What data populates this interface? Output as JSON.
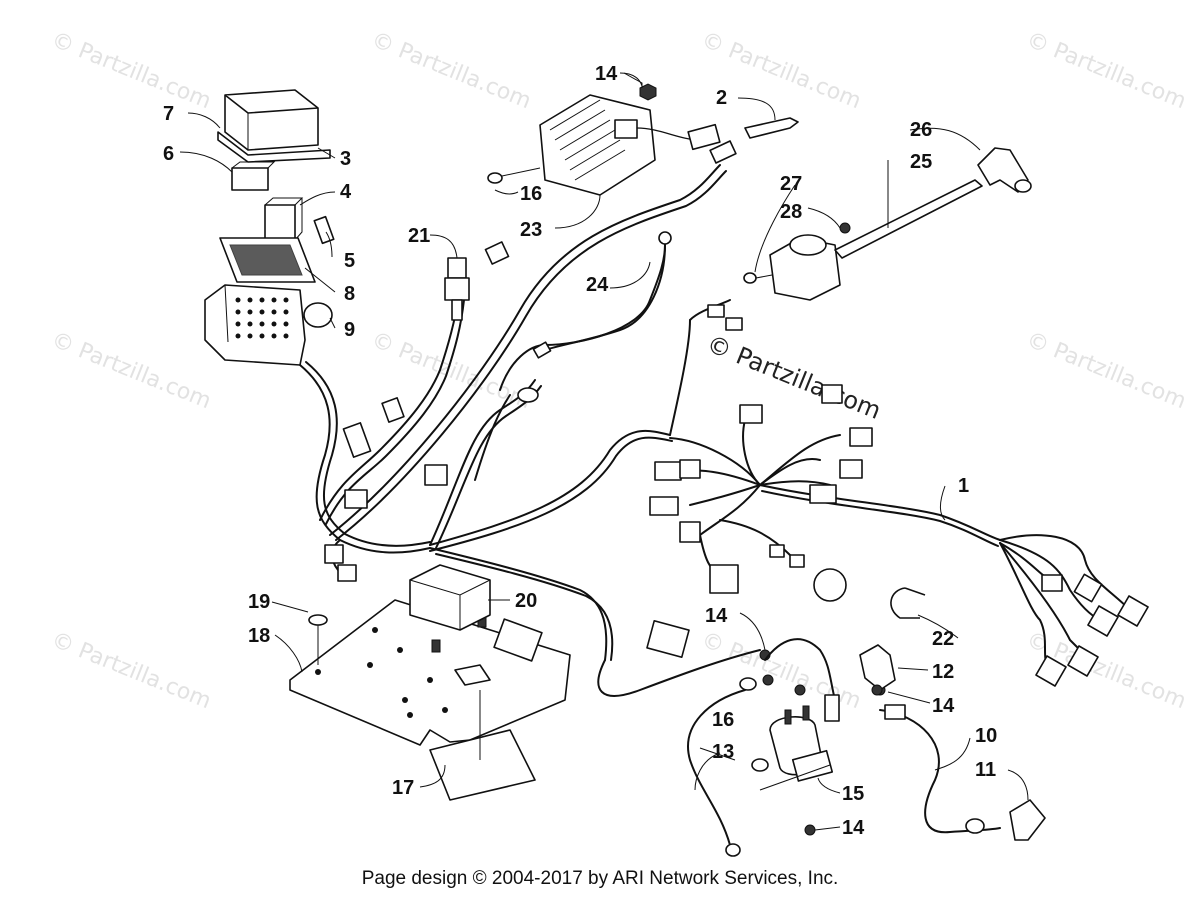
{
  "watermarks": {
    "corner": "© Partzilla.com",
    "center": "© Partzilla.com"
  },
  "callouts": [
    {
      "id": "c1",
      "text": "1"
    },
    {
      "id": "c2",
      "text": "2"
    },
    {
      "id": "c3",
      "text": "3"
    },
    {
      "id": "c4",
      "text": "4"
    },
    {
      "id": "c5",
      "text": "5"
    },
    {
      "id": "c6",
      "text": "6"
    },
    {
      "id": "c7",
      "text": "7"
    },
    {
      "id": "c8",
      "text": "8"
    },
    {
      "id": "c9",
      "text": "9"
    },
    {
      "id": "c10",
      "text": "10"
    },
    {
      "id": "c11",
      "text": "11"
    },
    {
      "id": "c12",
      "text": "12"
    },
    {
      "id": "c13",
      "text": "13"
    },
    {
      "id": "c14a",
      "text": "14"
    },
    {
      "id": "c14b",
      "text": "14"
    },
    {
      "id": "c14c",
      "text": "14"
    },
    {
      "id": "c14d",
      "text": "14"
    },
    {
      "id": "c15",
      "text": "15"
    },
    {
      "id": "c16a",
      "text": "16"
    },
    {
      "id": "c16b",
      "text": "16"
    },
    {
      "id": "c17",
      "text": "17"
    },
    {
      "id": "c18",
      "text": "18"
    },
    {
      "id": "c19",
      "text": "19"
    },
    {
      "id": "c20",
      "text": "20"
    },
    {
      "id": "c21",
      "text": "21"
    },
    {
      "id": "c22",
      "text": "22"
    },
    {
      "id": "c23",
      "text": "23"
    },
    {
      "id": "c24",
      "text": "24"
    },
    {
      "id": "c25",
      "text": "25"
    },
    {
      "id": "c26",
      "text": "26"
    },
    {
      "id": "c27",
      "text": "27"
    },
    {
      "id": "c28",
      "text": "28"
    }
  ],
  "footer": "Page design © 2004-2017 by ARI Network Services, Inc."
}
